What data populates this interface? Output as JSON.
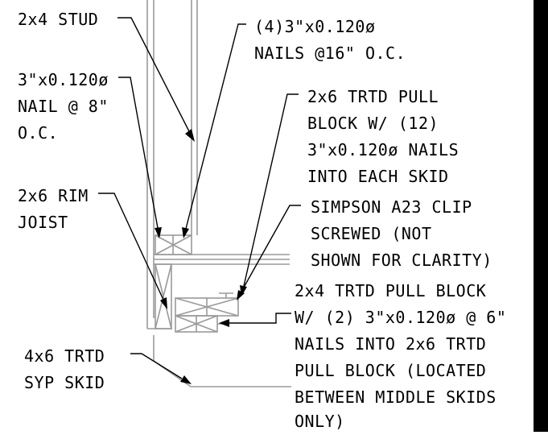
{
  "drawing": {
    "labels": {
      "stud": "2x4 STUD",
      "nails_top_1": "(4)3\"x0.120ø",
      "nails_top_2": "NAILS @16\" O.C.",
      "nail8_1": "3\"x0.120ø",
      "nail8_2": "NAIL @ 8\"",
      "nail8_3": "O.C.",
      "pull_block_1": "2x6 TRTD PULL",
      "pull_block_2": "BLOCK W/ (12)",
      "pull_block_3": "3\"x0.120ø NAILS",
      "pull_block_4": "INTO EACH SKID",
      "rim_1": "2x6 RIM",
      "rim_2": "JOIST",
      "clip_1": "SIMPSON A23 CLIP",
      "clip_2": "SCREWED (NOT",
      "clip_3": "SHOWN FOR CLARITY)",
      "pb24_1": "2x4 TRTD PULL BLOCK",
      "pb24_2": "W/ (2) 3\"x0.120ø @ 6\"",
      "pb24_3": "NAILS INTO 2x6 TRTD",
      "pb24_4": "PULL BLOCK (LOCATED",
      "pb24_5": "BETWEEN MIDDLE SKIDS",
      "pb24_6": "ONLY)",
      "skid_1": "4x6 TRTD",
      "skid_2": "SYP SKID"
    },
    "colors": {
      "linework": "#9a9a9a",
      "leaders": "#000000",
      "background": "#ffffff",
      "border": "#000000"
    }
  }
}
